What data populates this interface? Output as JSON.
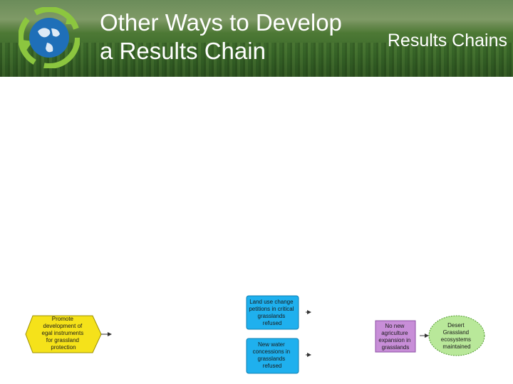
{
  "header": {
    "title_line1": "Other Ways to Develop",
    "title_line2": "a Results Chain",
    "subtitle": "Results Chains"
  },
  "diagram": {
    "nodes": {
      "strategy": {
        "lines": [
          "Promote",
          "development of",
          "egal instruments",
          "for grassland",
          "protection"
        ],
        "color": "#f5e21a"
      },
      "result_land_use": {
        "lines": [
          "Land use change",
          "petitions in critical",
          "grasslands",
          "refused"
        ],
        "color": "#1fb0ee"
      },
      "result_water": {
        "lines": [
          "New water",
          "concessions in",
          "grasslands",
          "refused"
        ],
        "color": "#1fb0ee"
      },
      "result_agriculture": {
        "lines": [
          "No new",
          "agriculture",
          "expansion in",
          "grasslands"
        ],
        "color": "#c88ed8"
      },
      "target": {
        "lines": [
          "Desert",
          "Grassland",
          "ecosystems",
          "maintained"
        ],
        "color": "#b9e89a"
      }
    }
  },
  "icons": {
    "logo": "globe-recycle-logo"
  }
}
